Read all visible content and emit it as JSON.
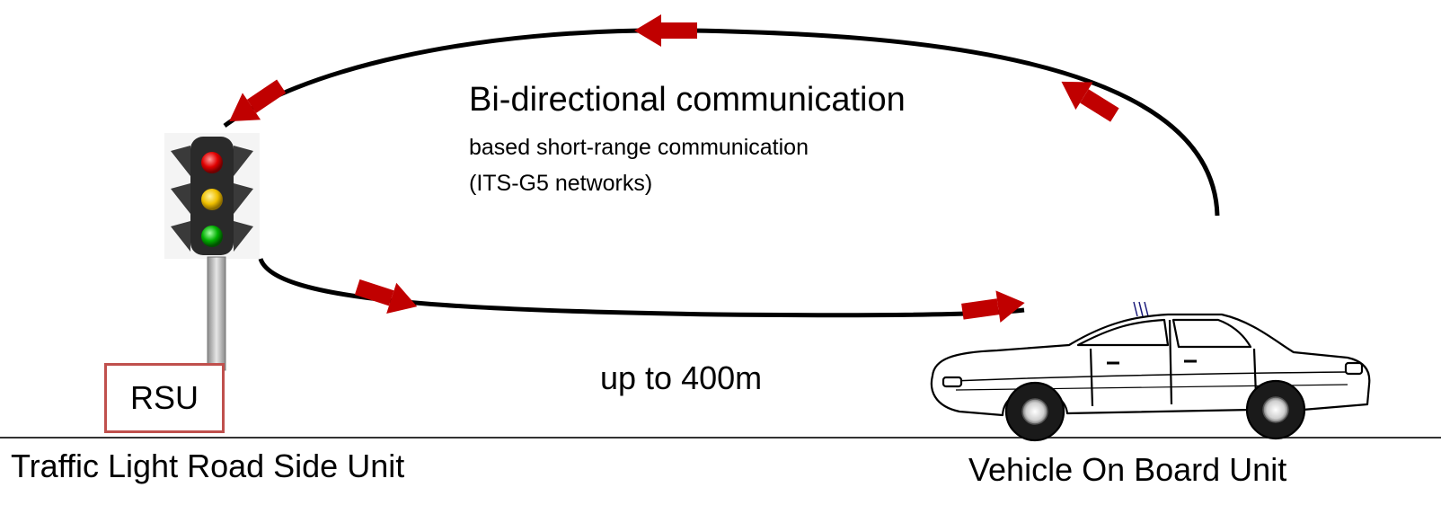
{
  "diagram": {
    "title": "Bi-directional communication",
    "subtitle_line1": "based short-range communication",
    "subtitle_line2": "(ITS-G5 networks)",
    "distance_label": "up to 400m",
    "rsu_box_label": "RSU",
    "left_caption": "Traffic Light Road Side Unit",
    "right_caption": "Vehicle On Board Unit"
  },
  "colors": {
    "arrow": "#c00000",
    "rsu_border": "#c0504d",
    "red_light": "#e00000",
    "yellow_light": "#f0c000",
    "green_light": "#00b000",
    "line": "#000000"
  },
  "icons": [
    "traffic-light-icon",
    "car-icon",
    "antenna-icon"
  ]
}
